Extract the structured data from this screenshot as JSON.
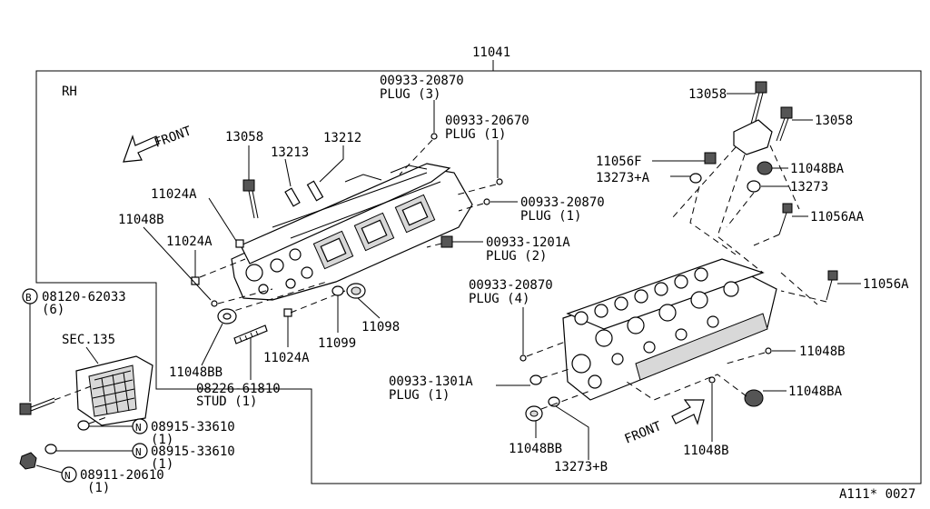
{
  "labels": {
    "assembly": "11041",
    "side": "RH",
    "front_left": "FRONT",
    "front_right": "FRONT",
    "plug3_num": "00933-20870",
    "plug3_txt": "PLUG (3)",
    "p670_num": "00933-20670",
    "p670_txt": "PLUG (1)",
    "p870b_num": "00933-20870",
    "p870b_txt": "PLUG (1)",
    "p1201_num": "00933-1201A",
    "p1201_txt": "PLUG (2)",
    "p870c_num": "00933-20870",
    "p870c_txt": "PLUG (4)",
    "p1301_num": "00933-1301A",
    "p1301_txt": "PLUG (1)",
    "bolt_13058_l": "13058",
    "pin_13213": "13213",
    "pin_13212": "13212",
    "dowel_11024a_1": "11024A",
    "dowel_11024a_2": "11024A",
    "dowel_11024a_3": "11024A",
    "pin_11048b_l": "11048B",
    "bolt_b_num": "08120-62033",
    "bolt_b_qty": "(6)",
    "sec135": "SEC.135",
    "seal_11048bb_l": "11048BB",
    "stud_num": "08226-61810",
    "stud_txt": "STUD (1)",
    "p11099": "11099",
    "p11098": "11098",
    "n1_num": "08915-33610",
    "n1_qty": "(1)",
    "n2_num": "08915-33610",
    "n2_qty": "(1)",
    "n3_num": "08911-20610",
    "n3_qty": "(1)",
    "bolt_13058_r1": "13058",
    "bolt_13058_r2": "13058",
    "p11056f": "11056F",
    "p13273a": "13273+A",
    "p11048ba_1": "11048BA",
    "p13273": "13273",
    "p11056aa": "11056AA",
    "p11056a": "11056A",
    "pin_11048b_r1": "11048B",
    "p11048ba_2": "11048BA",
    "seal_11048bb_r": "11048BB",
    "p13273b": "13273+B",
    "pin_11048b_r2": "11048B",
    "letter_b": "B",
    "letter_n1": "N",
    "letter_n2": "N",
    "letter_n3": "N",
    "ref": "A111* 0027"
  }
}
